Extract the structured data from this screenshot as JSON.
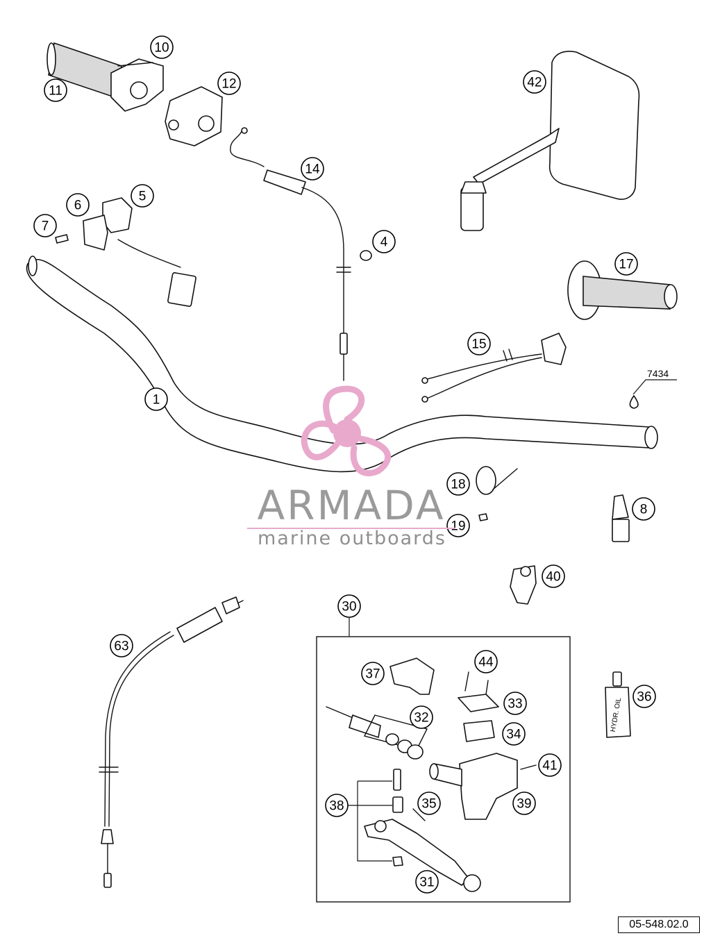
{
  "diagram": {
    "callouts": [
      "1",
      "4",
      "5",
      "6",
      "7",
      "8",
      "10",
      "11",
      "12",
      "14",
      "15",
      "17",
      "18",
      "19",
      "30",
      "31",
      "32",
      "33",
      "34",
      "35",
      "36",
      "37",
      "38",
      "39",
      "40",
      "41",
      "42",
      "44",
      "63"
    ],
    "grease_label": "7434",
    "oil_bottle_label": "HYDR. OIL",
    "reference_number": "05-548.02.0"
  },
  "watermark": {
    "brand": "ARMADA",
    "tagline": "marine outboards",
    "accent_color": "#e8a9cc"
  }
}
